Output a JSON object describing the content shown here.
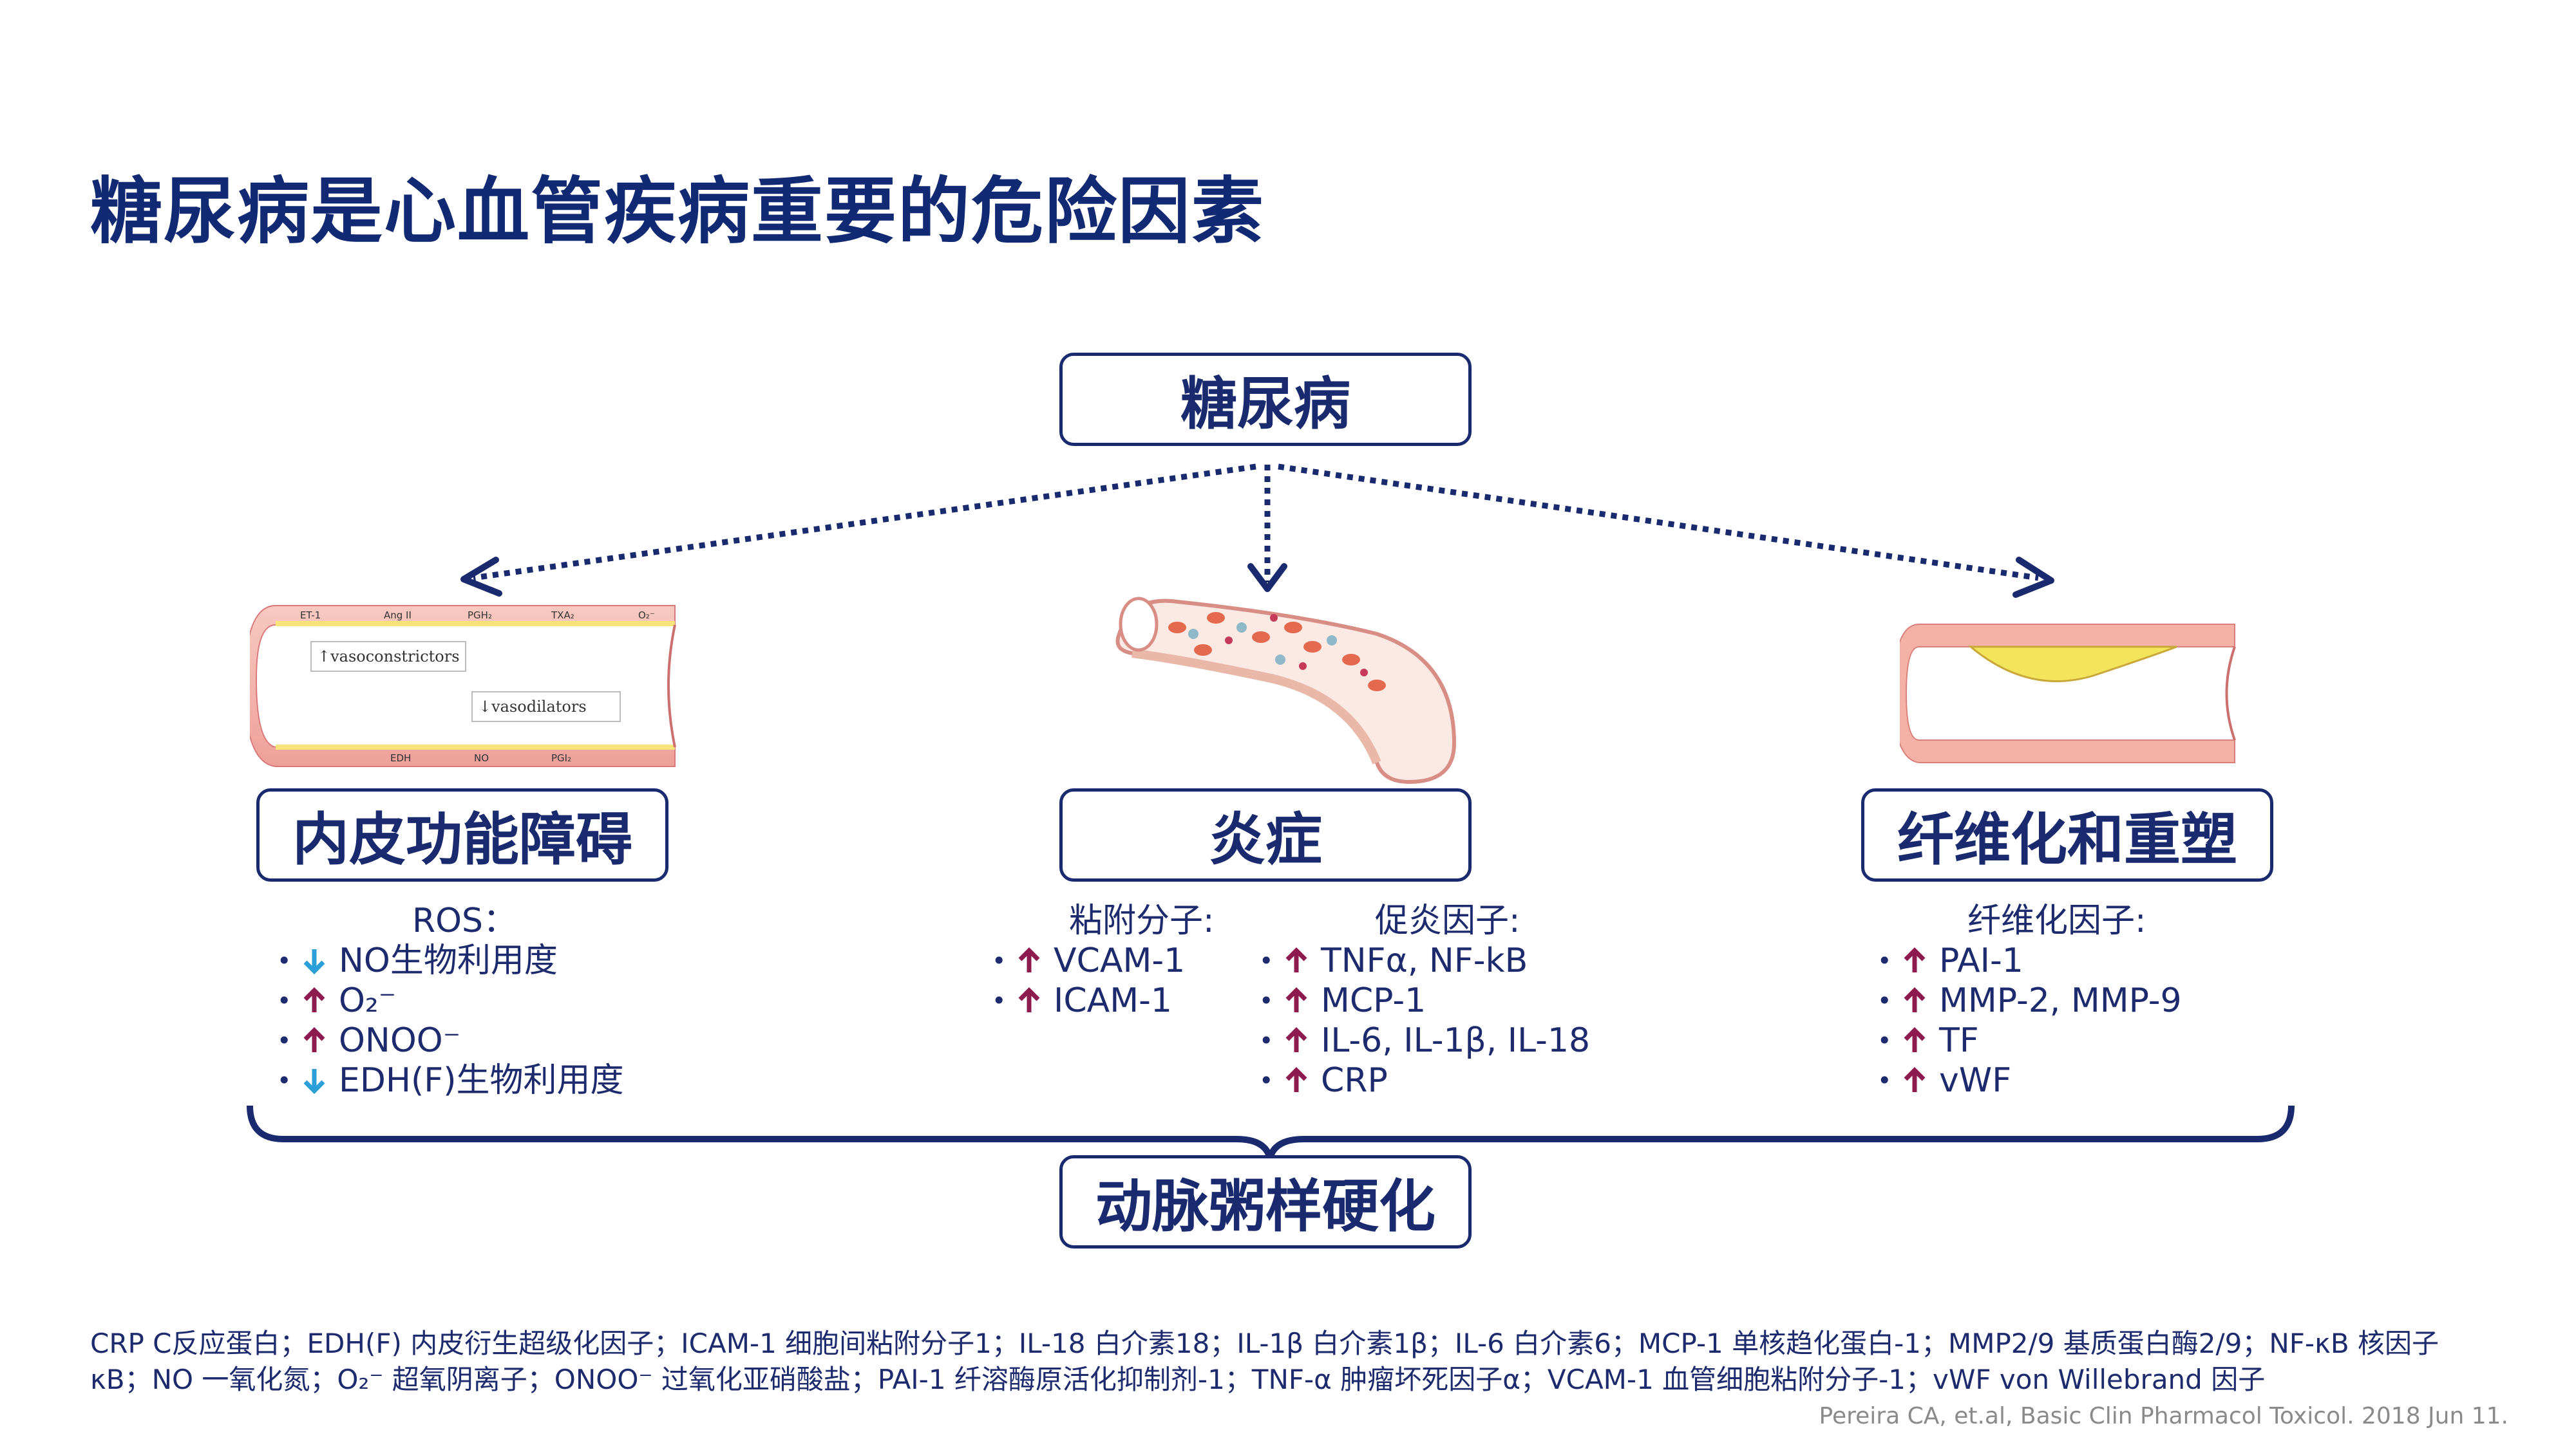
{
  "title": "糖尿病是心血管疾病重要的危险因素",
  "boxes": {
    "top": "糖尿病",
    "left": "内皮功能障碍",
    "center": "炎症",
    "right": "纤维化和重塑",
    "bottom": "动脉粥样硬化"
  },
  "vessel_left_labels": {
    "top": [
      "ET-1",
      "Ang II",
      "PGH₂",
      "TXA₂",
      "O₂⁻"
    ],
    "vasoconstrictors": "↑vasoconstrictors",
    "vasodilators": "↓vasodilators",
    "bottom": [
      "EDH",
      "NO",
      "PGI₂"
    ]
  },
  "left_list": {
    "header": "ROS：",
    "items": [
      {
        "dir": "down",
        "text": "NO生物利用度"
      },
      {
        "dir": "up",
        "text": "O₂⁻"
      },
      {
        "dir": "up",
        "text": "ONOO⁻"
      },
      {
        "dir": "down",
        "text": "EDH(F)生物利用度"
      }
    ]
  },
  "adhesion_list": {
    "header": "粘附分子:",
    "items": [
      {
        "dir": "up",
        "text": "VCAM-1"
      },
      {
        "dir": "up",
        "text": "ICAM-1"
      }
    ]
  },
  "proinflammatory_list": {
    "header": "促炎因子:",
    "items": [
      {
        "dir": "up",
        "text": "TNFα, NF-kB"
      },
      {
        "dir": "up",
        "text": "MCP-1"
      },
      {
        "dir": "up",
        "text": "IL-6, IL-1β, IL-18"
      },
      {
        "dir": "up",
        "text": "CRP"
      }
    ]
  },
  "fibrosis_list": {
    "header": "纤维化因子:",
    "items": [
      {
        "dir": "up",
        "text": "PAI-1"
      },
      {
        "dir": "up",
        "text": "MMP-2, MMP-9"
      },
      {
        "dir": "up",
        "text": "TF"
      },
      {
        "dir": "up",
        "text": "vWF"
      }
    ]
  },
  "bullet": "•",
  "colors": {
    "navy": "#1a2a6e",
    "up_arrow": "#8e1b4f",
    "down_arrow": "#2a9fd8"
  },
  "abbreviations": {
    "line1": "CRP C反应蛋白；EDH(F) 内皮衍生超级化因子；ICAM-1 细胞间粘附分子1；IL-18 白介素18；IL-1β 白介素1β；IL-6 白介素6；MCP-1 单核趋化蛋白-1；MMP2/9 基质蛋白酶2/9；NF-κB 核因子",
    "line2": "κB；NO 一氧化氮；O₂⁻ 超氧阴离子；ONOO⁻ 过氧化亚硝酸盐；PAI-1 纤溶酶原活化抑制剂-1；TNF-α 肿瘤坏死因子α；VCAM-1 血管细胞粘附分子-1；vWF von Willebrand 因子"
  },
  "citation": "Pereira CA, et.al, Basic Clin Pharmacol Toxicol. 2018 Jun 11."
}
